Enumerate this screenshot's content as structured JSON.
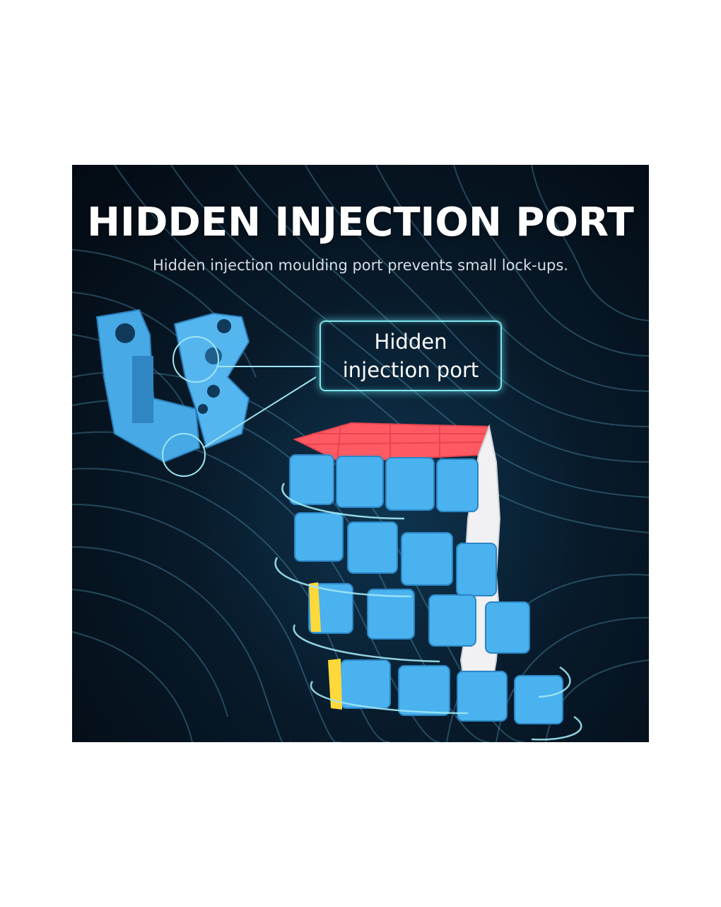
{
  "banner": {
    "title": "HIDDEN INJECTION PORT",
    "subtitle": "Hidden injection moulding port prevents small lock-ups.",
    "callout": "Hidden\ninjection port"
  },
  "colors": {
    "background_dark": "#061422",
    "swirl_line": "#5fa8c8",
    "callout_glow": "#7fe7f0",
    "cube_top": "#ff5a63",
    "cube_front": "#4ab2ef",
    "cube_side": "#f1f1f3",
    "cube_yellow": "#ffd83a",
    "piece": "#47a9e6"
  }
}
